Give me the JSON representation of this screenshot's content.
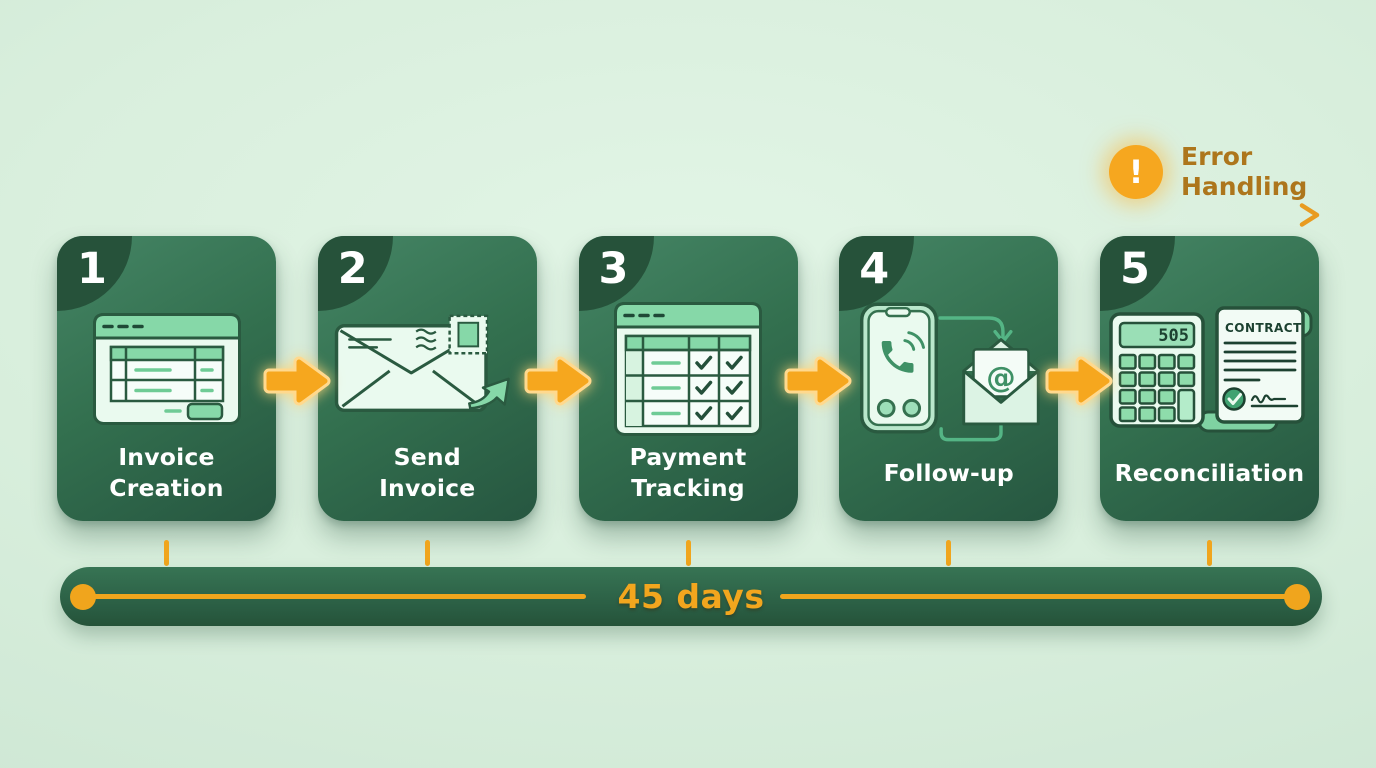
{
  "error_handling": {
    "line1": "Error",
    "line2": "Handling",
    "exclamation": "!",
    "icon": "alert-exclamation-icon",
    "arrow_icon": "error-flow-arrow-icon"
  },
  "steps": [
    {
      "number": "1",
      "label": "Invoice\nCreation",
      "icon": "invoice-form-icon"
    },
    {
      "number": "2",
      "label": "Send\nInvoice",
      "icon": "envelope-stamp-icon"
    },
    {
      "number": "3",
      "label": "Payment\nTracking",
      "icon": "spreadsheet-checklist-icon"
    },
    {
      "number": "4",
      "label": "Follow-up",
      "icon": "phone-email-icon"
    },
    {
      "number": "5",
      "label": "Reconciliation",
      "icon": "calculator-contract-icon"
    }
  ],
  "icon_texts": {
    "calculator_display": "505",
    "contract_title": "CONTRACT",
    "email_at": "@"
  },
  "timeline": {
    "duration": "45 days"
  },
  "colors": {
    "background": "#d9efdd",
    "card_green_top": "#458565",
    "card_green_bottom": "#265640",
    "corner_circle_green": "#26523a",
    "accent_orange": "#f6a71e",
    "deep_orange_text": "#ad761c",
    "timeline_bar_green": "#2a5d43",
    "icon_mint": "#eafaef",
    "icon_green": "#86d8a8",
    "white": "#ffffff"
  }
}
